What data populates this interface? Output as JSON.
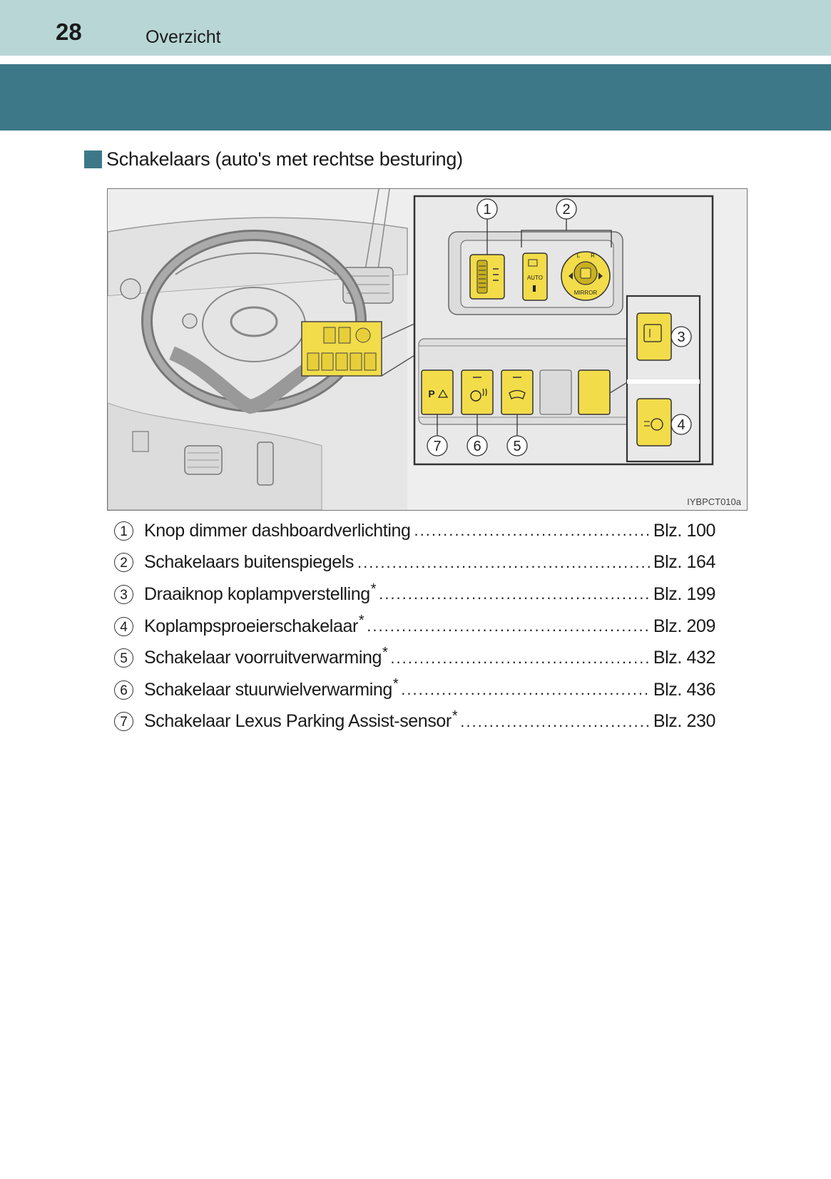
{
  "header": {
    "page_number": "28",
    "section": "Overzicht"
  },
  "heading": "Schakelaars (auto's met rechtse besturing)",
  "figure": {
    "code": "IYBPCT010a",
    "callouts": [
      "1",
      "2",
      "3",
      "4",
      "5",
      "6",
      "7"
    ],
    "button_labels": {
      "auto": "AUTO",
      "mirror": "MIRROR",
      "l": "L",
      "r": "R",
      "parking": "P"
    }
  },
  "items": [
    {
      "num": "1",
      "label": "Knop dimmer dashboardverlichting",
      "star": "",
      "dots": "........................................................................................................",
      "page": "Blz. 100"
    },
    {
      "num": "2",
      "label": "Schakelaars buitenspiegels",
      "star": "",
      "dots": "........................................................................................................",
      "page": "Blz. 164"
    },
    {
      "num": "3",
      "label": "Draaiknop koplampverstelling",
      "star": "*",
      "dots": "........................................................................................................",
      "page": "Blz. 199"
    },
    {
      "num": "4",
      "label": "Koplampsproeierschakelaar",
      "star": "*",
      "dots": "........................................................................................................",
      "page": "Blz. 209"
    },
    {
      "num": "5",
      "label": "Schakelaar voorruitverwarming",
      "star": "*",
      "dots": "........................................................................................................",
      "page": "Blz. 432"
    },
    {
      "num": "6",
      "label": "Schakelaar stuurwielverwarming",
      "star": "*",
      "dots": "........................................................................................................",
      "page": "Blz. 436"
    },
    {
      "num": "7",
      "label": "Schakelaar Lexus Parking Assist-sensor",
      "star": "*",
      "dots": "........................................................................................................",
      "page": "Blz. 230"
    }
  ],
  "colors": {
    "band_light": "#b9d6d6",
    "band_dark": "#3d7888",
    "switch_yellow": "#f2dc4a"
  }
}
